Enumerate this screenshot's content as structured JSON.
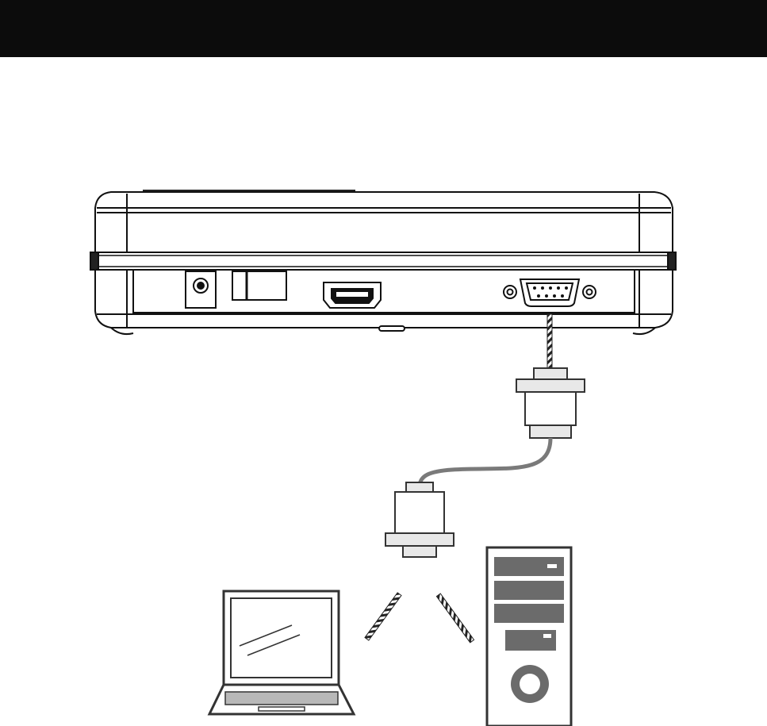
{
  "header": {
    "background": "#0c0c0c"
  },
  "colors": {
    "line": "#111111",
    "device_fill": "#ffffff",
    "grey_fill": "#e8e8e8",
    "cable": "#7a7a7a",
    "pc_dark": "#6b6b6b",
    "slot_light": "#ffffff"
  },
  "device": {
    "ports": [
      "dc-power-jack",
      "power-switch",
      "hdmi-port",
      "rs232-db9-port"
    ]
  },
  "peripherals": [
    "laptop",
    "desktop-pc"
  ]
}
